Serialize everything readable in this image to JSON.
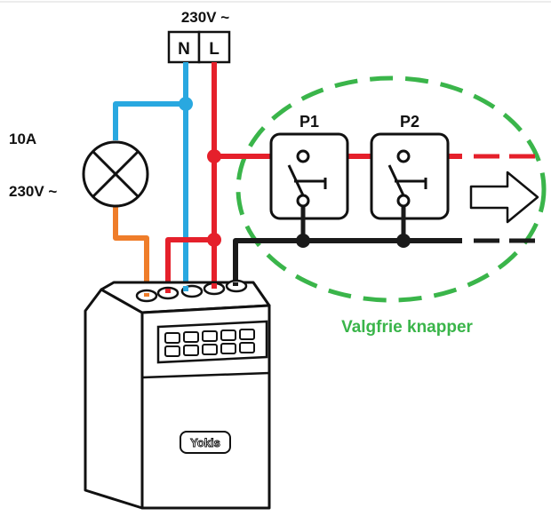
{
  "supply": {
    "voltage_label": "230V ~",
    "neutral_label": "N",
    "live_label": "L"
  },
  "lamp": {
    "current_label": "10A",
    "voltage_label": "230V ~"
  },
  "switches": [
    {
      "label": "P1"
    },
    {
      "label": "P2"
    }
  ],
  "optional_label": "Valgfrie knapper",
  "module": {
    "brand": "Yokis"
  },
  "colors": {
    "neutral_wire": "#29a8e0",
    "live_wire": "#e5202b",
    "lamp_wire": "#ef7d2a",
    "return_wire": "#1a1a1a",
    "optional_outline": "#3ab54a",
    "optional_text": "#3ab54a"
  }
}
